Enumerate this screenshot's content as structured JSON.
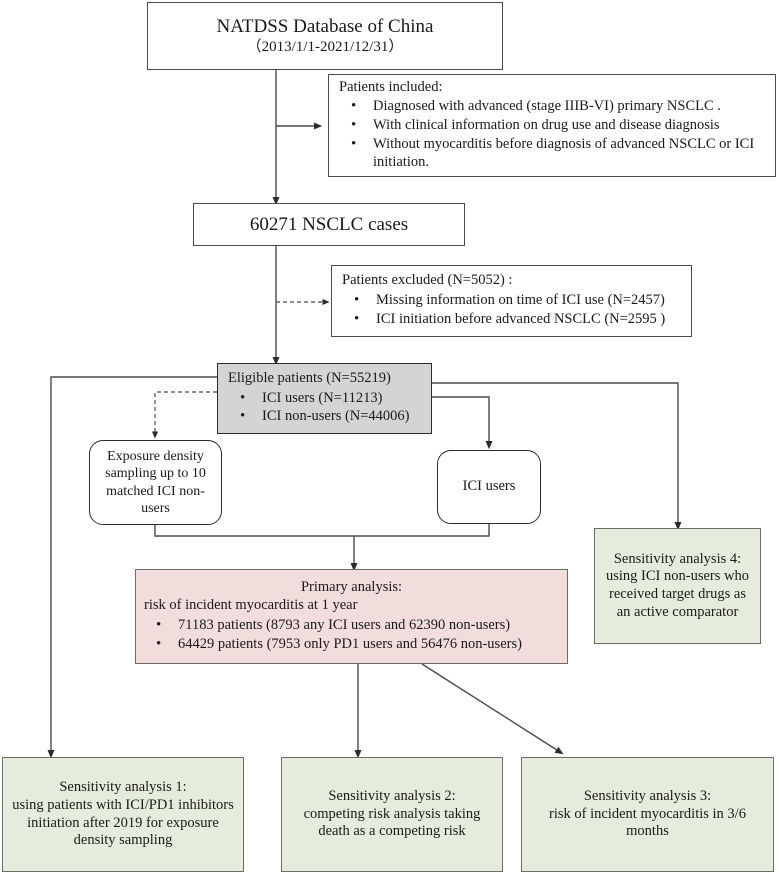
{
  "figure": {
    "type": "flowchart",
    "title": "Study cohort selection and analysis flow diagram"
  },
  "palette": {
    "gray_fill": "#d4d4d4",
    "pink_fill": "#f2dcdc",
    "green_fill": "#e6ecdb",
    "white_fill": "#ffffff",
    "line": "#4a4a4a",
    "text": "#1a1a1a"
  },
  "nodes": {
    "database": {
      "line1": "NATDSS Database of China",
      "line2": "（2013/1/1-2021/12/31）"
    },
    "included": {
      "lead": "Patients included:",
      "bullets": [
        "Diagnosed with  advanced (stage IIIB-VI) primary NSCLC .",
        "With clinical information on drug use and  disease diagnosis",
        "Without myocarditis before diagnosis of advanced NSCLC or ICI initiation."
      ]
    },
    "cases": {
      "label": "60271 NSCLC cases"
    },
    "excluded": {
      "lead": "Patients excluded (N=5052) :",
      "bullets": [
        "Missing information on time of ICI use (N=2457)",
        "ICI initiation before advanced NSCLC (N=2595 )"
      ]
    },
    "eligible": {
      "lead": "Eligible patients (N=55219)",
      "bullets": [
        "ICI users (N=11213)",
        "ICI non-users (N=44006)"
      ]
    },
    "exposure_density": {
      "label": "Exposure density sampling up to 10 matched ICI non-users"
    },
    "ici_users": {
      "label": "ICI users"
    },
    "primary": {
      "line1": "Primary analysis:",
      "line2": "risk of incident myocarditis at 1 year",
      "bullets": [
        "71183 patients (8793 any ICI users and 62390 non-users)",
        "64429 patients (7953 only PD1 users and 56476 non-users)"
      ]
    },
    "sens4": {
      "line1": "Sensitivity analysis 4:",
      "line2": "using ICI non-users who received target drugs as an active comparator"
    },
    "sens1": {
      "line1": "Sensitivity analysis 1:",
      "line2": "using patients with ICI/PD1 inhibitors initiation  after 2019 for exposure density sampling"
    },
    "sens2": {
      "line1": "Sensitivity analysis 2:",
      "line2": "competing risk analysis taking death as a competing risk"
    },
    "sens3": {
      "line1": "Sensitivity analysis 3:",
      "line2": "risk of incident myocarditis in 3/6 months"
    }
  },
  "edges": [
    {
      "name": "database-to-cases",
      "style": "solid",
      "arrow": true
    },
    {
      "name": "database-to-included",
      "style": "solid",
      "arrow": true
    },
    {
      "name": "cases-to-eligible",
      "style": "solid",
      "arrow": true
    },
    {
      "name": "cases-to-excluded",
      "style": "dashed",
      "arrow": true
    },
    {
      "name": "eligible-to-exposure-density",
      "style": "dashed",
      "arrow": true
    },
    {
      "name": "eligible-to-ici-users",
      "style": "solid",
      "arrow": true
    },
    {
      "name": "eligible-to-sens4",
      "style": "solid",
      "arrow": true
    },
    {
      "name": "eligible-to-sens1",
      "style": "solid",
      "arrow": true
    },
    {
      "name": "exposure-and-ici-to-primary",
      "style": "solid",
      "arrow": true
    },
    {
      "name": "primary-to-sens2",
      "style": "solid",
      "arrow": true
    },
    {
      "name": "primary-to-sens3",
      "style": "solid",
      "arrow": true
    }
  ]
}
